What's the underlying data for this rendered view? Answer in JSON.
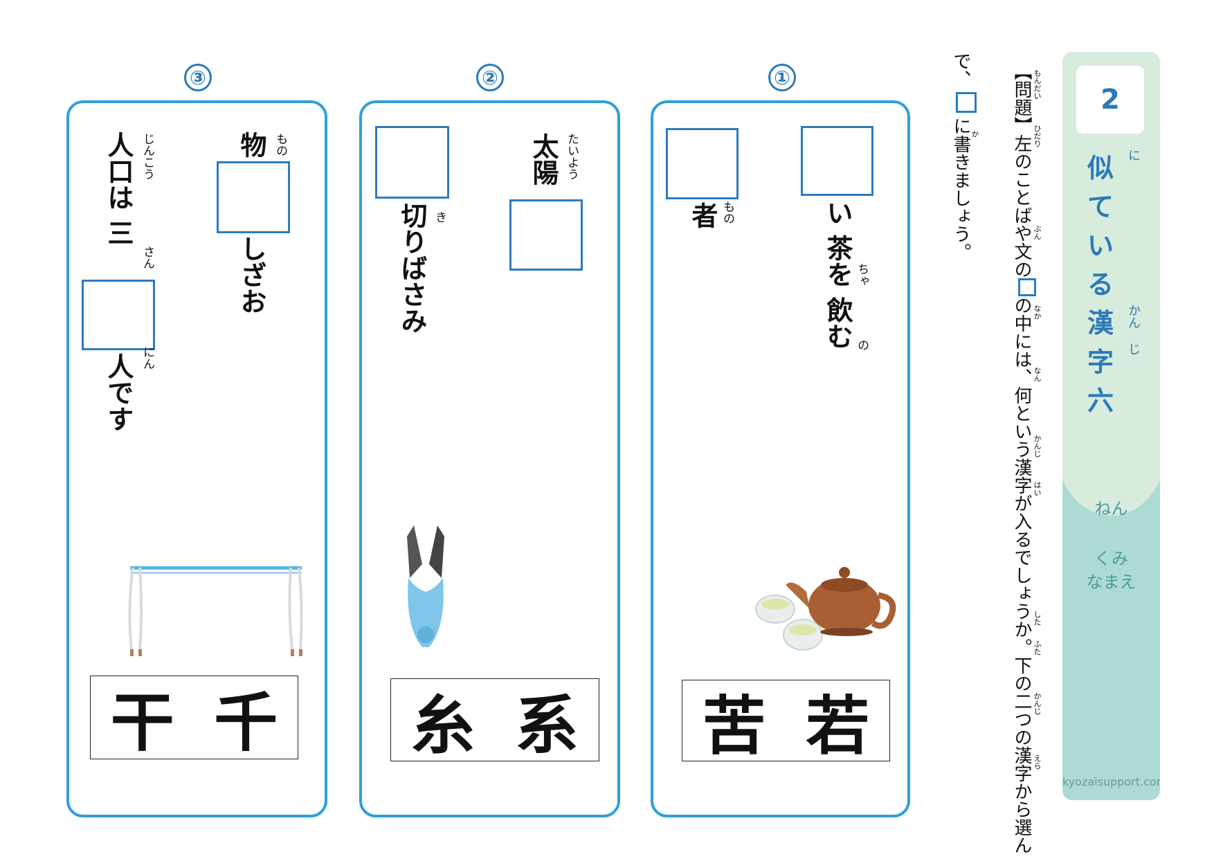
{
  "side": {
    "number": "2",
    "title_chars": [
      {
        "char": "似",
        "ruby": "に"
      },
      {
        "char": "て",
        "ruby": ""
      },
      {
        "char": "い",
        "ruby": ""
      },
      {
        "char": "る",
        "ruby": ""
      },
      {
        "char": "漢",
        "ruby": "かん"
      },
      {
        "char": "字",
        "ruby": "じ"
      },
      {
        "char": "六",
        "ruby": ""
      }
    ],
    "year_label": "ねん",
    "class_label": "くみ",
    "name_label": "なまえ",
    "site": "kyozaisupport.com"
  },
  "instructions": {
    "line1_a": "【問題】左のことばや文の",
    "line1_b": "の中には、何という漢字が入るでしょうか。下の二つの漢字から選ん",
    "line2_a": "で、",
    "line2_b": "に書きましょう。",
    "ruby": {
      "mondai": "もんだい",
      "hidari": "ひだり",
      "bun": "ぶん",
      "naka": "なか",
      "nan": "なん",
      "kanji": "かんじ",
      "hai": "はい",
      "shita": "した",
      "futa": "ふた",
      "erabu": "えら",
      "ka": "か"
    }
  },
  "questions": [
    {
      "number": "①",
      "line_a": "い 茶を 飲む",
      "ruby_cha": "ちゃ",
      "ruby_no": "の",
      "line_b": "者",
      "ruby_mono": "もの",
      "choices": [
        "苦",
        "若"
      ],
      "illustration": "teapot-icon"
    },
    {
      "number": "②",
      "line_a": "太陽",
      "ruby_taiyou": "たいよう",
      "line_b": "切りばさみ",
      "ruby_ki": "き",
      "choices": [
        "糸",
        "系"
      ],
      "illustration": "thread-scissors-icon"
    },
    {
      "number": "③",
      "line_a_top": "物",
      "ruby_mono": "もの",
      "line_a_bottom": "しざお",
      "line_b_top": "人口は 三",
      "ruby_jinkou": "じんこう",
      "ruby_san": "さん",
      "line_b_bottom": "人です",
      "ruby_nin": "にん",
      "choices": [
        "干",
        "千"
      ],
      "illustration": "drying-pole-icon"
    }
  ],
  "colors": {
    "accent_blue": "#2a7ab7",
    "panel_border": "#30a0d8",
    "tab_light": "#d8ecdd",
    "tab_dark": "#addbd4"
  }
}
